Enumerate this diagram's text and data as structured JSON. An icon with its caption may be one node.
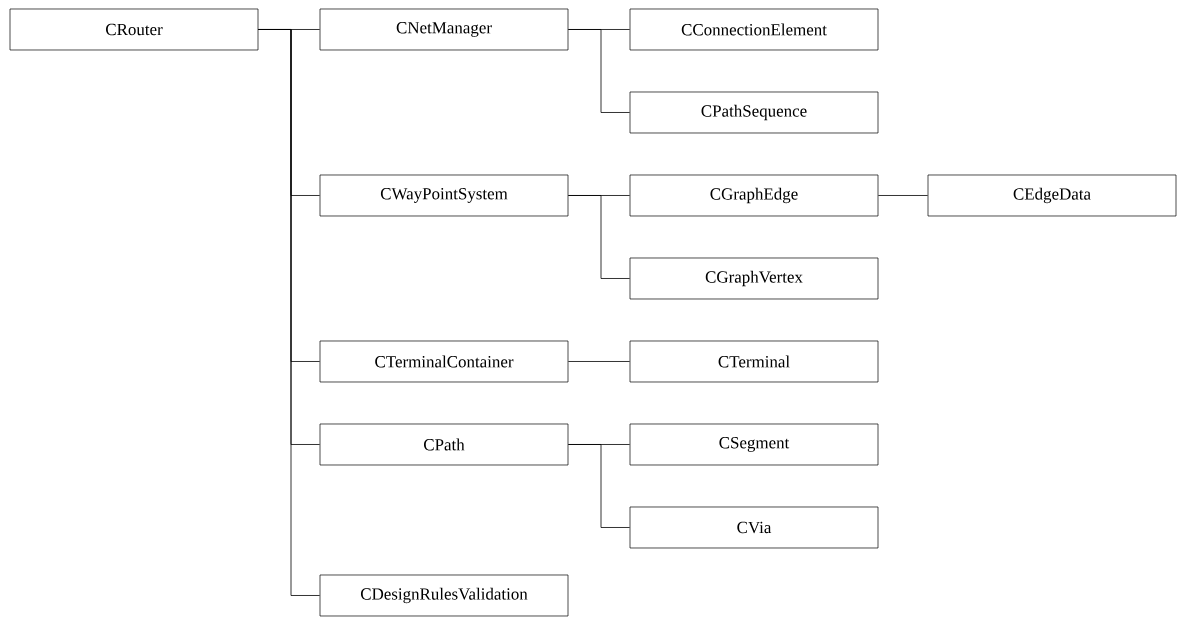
{
  "diagram": {
    "nodes": [
      {
        "text": [
          "CRouter"
        ]
      },
      {
        "text": [
          "CNetManager"
        ]
      },
      {
        "text": [
          "CConnectionElement"
        ]
      },
      {
        "text": [
          "CPathSequence"
        ]
      },
      {
        "text": [
          "CWayPointSystem"
        ]
      },
      {
        "text": [
          "CGraphEdge"
        ]
      },
      {
        "text": [
          "CEdgeData"
        ]
      },
      {
        "text": [
          "CGraphVertex"
        ]
      },
      {
        "text": [
          "CTerminalContainer"
        ]
      },
      {
        "text": [
          "CTerminal"
        ]
      },
      {
        "text": [
          "CPath"
        ]
      },
      {
        "text": [
          "CSegment"
        ]
      },
      {
        "text": [
          "CVia"
        ]
      },
      {
        "text": [
          "CDesignRulesValidation"
        ]
      }
    ],
    "edges": [
      {
        "from": 0,
        "to": 1,
        "arrow": "none"
      },
      {
        "from": 0,
        "to": 4,
        "arrow": "none"
      },
      {
        "from": 0,
        "to": 8,
        "arrow": "none"
      },
      {
        "from": 0,
        "to": 10,
        "arrow": "none"
      },
      {
        "from": 0,
        "to": 13,
        "arrow": "none"
      },
      {
        "from": 1,
        "to": 2,
        "arrow": "none"
      },
      {
        "from": 1,
        "to": 3,
        "arrow": "none"
      },
      {
        "from": 4,
        "to": 5,
        "arrow": "none"
      },
      {
        "from": 4,
        "to": 7,
        "arrow": "none"
      },
      {
        "from": 5,
        "to": 6,
        "arrow": "none"
      },
      {
        "from": 8,
        "to": 9,
        "arrow": "none"
      },
      {
        "from": 10,
        "to": 11,
        "arrow": "none"
      },
      {
        "from": 10,
        "to": 12,
        "arrow": "none"
      }
    ]
  }
}
